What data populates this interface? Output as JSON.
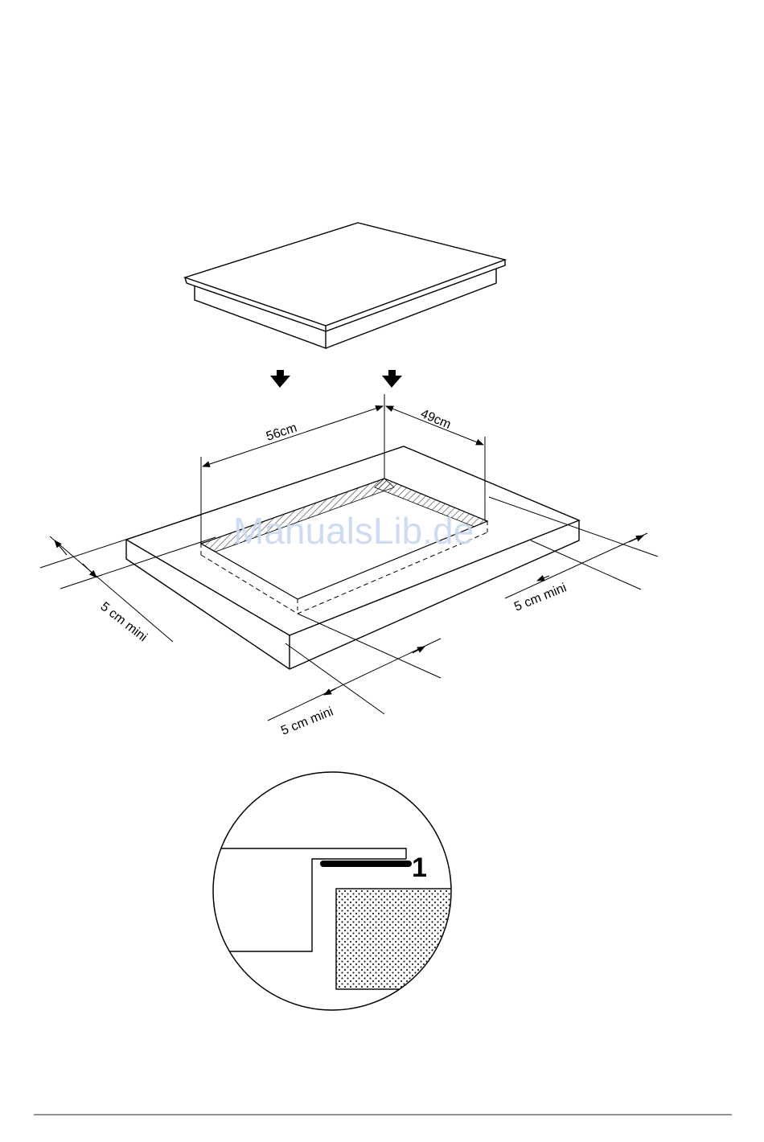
{
  "diagram": {
    "dimensions": {
      "width_label": "56cm",
      "depth_label": "49cm",
      "clearance_left": "5 cm mini",
      "clearance_front": "5 cm mini",
      "clearance_right": "5 cm mini"
    },
    "detail": {
      "callout_number": "1"
    },
    "watermark": "ManualsLib.de",
    "colors": {
      "line": "#000000",
      "watermark": "#c9d9f2",
      "hatch": "#444444"
    }
  }
}
